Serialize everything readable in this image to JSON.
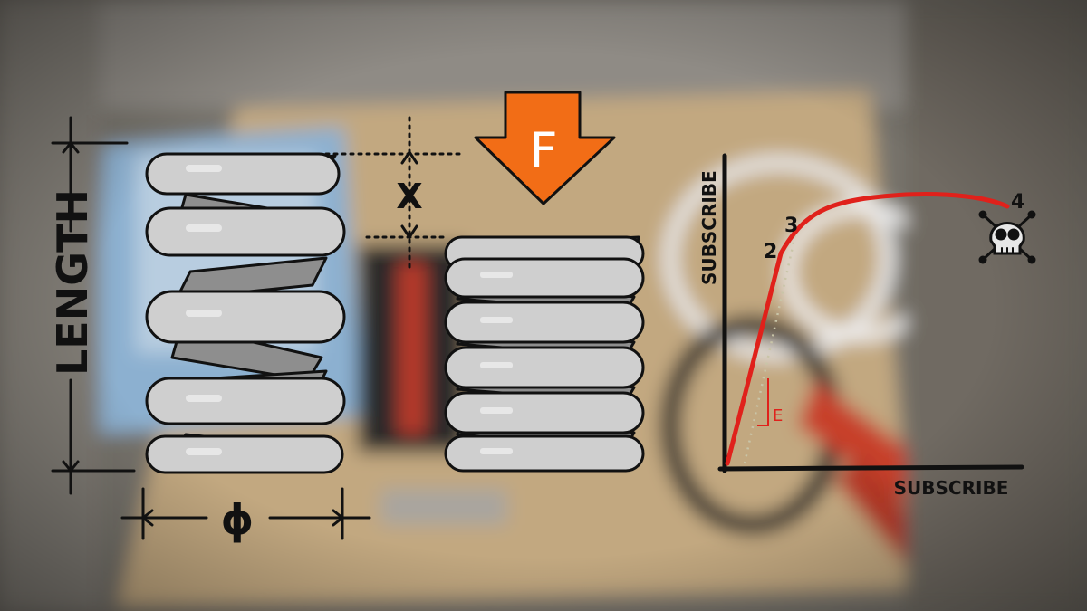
{
  "diagram": {
    "spring_free": {
      "length_label": "LENGTH",
      "diameter_label": "ϕ"
    },
    "compression": {
      "force_label": "F",
      "deflection_label": "X"
    },
    "graph": {
      "y_axis_label": "SUBSCRIBE",
      "x_axis_label": "SUBSCRIBE",
      "modulus_label": "E",
      "points": [
        "2",
        "3",
        "4"
      ],
      "failure_icon": "skull-crossbones-icon"
    },
    "colors": {
      "force_arrow": "#f26d16",
      "curve": "#e0211b",
      "spring_fill": "#cfcfcf",
      "spring_shadow": "#8e8e8e",
      "ink": "#111111"
    }
  }
}
